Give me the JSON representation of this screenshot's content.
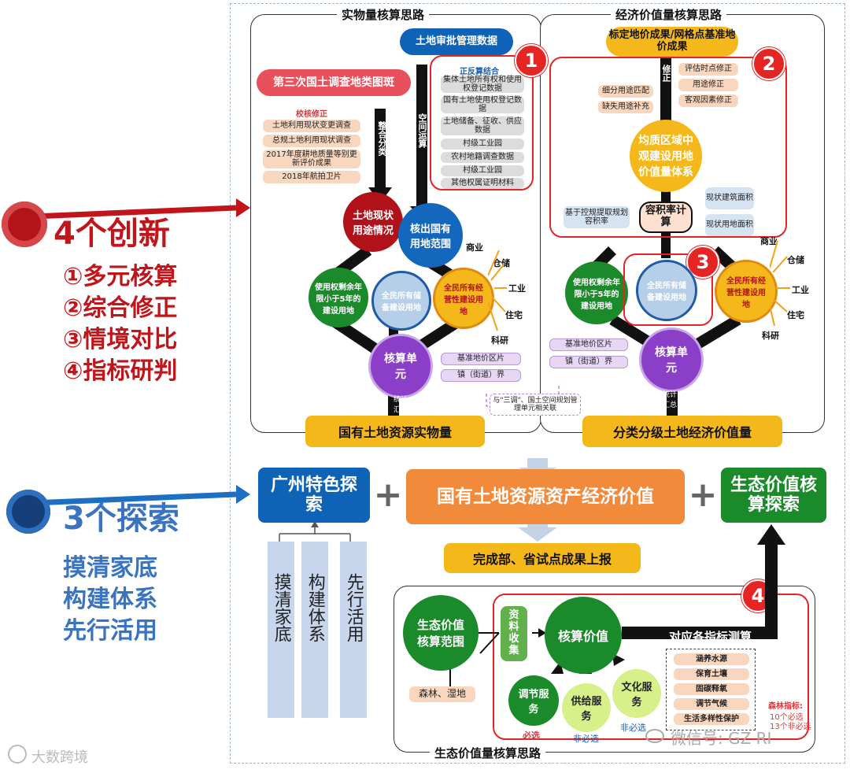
{
  "left": {
    "innov_title": "4个创新",
    "innov_items": [
      "①多元核算",
      "②综合修正",
      "③情境对比",
      "④指标研判"
    ],
    "explore_title": "3个探索",
    "explore_items": [
      "摸清家底",
      "构建体系",
      "先行活用"
    ]
  },
  "physical": {
    "title": "实物量核算思路",
    "approval_data": "土地审批管理数据",
    "survey": "第三次国土调查地类图斑",
    "check_label": "校核修正",
    "check_items": [
      "土地利用现状变更调查",
      "总规土地利用现状调查",
      "2017年度耕地质量等别更新评价成果",
      "2018年航拍卫片"
    ],
    "merge_label": "整合分类",
    "spatial_label": "空间运算",
    "combine_label": "正反算结合",
    "combine_items": [
      "集体土地所有权和使用权登记数据",
      "国有土地使用权登记数据",
      "土地储备、征收、供应数据",
      "村级工业园",
      "农村地籍调查数据",
      "村级工业园",
      "其他权属证明材料"
    ],
    "current_use": "土地现状用途情况",
    "state_scope": "核出国有用地范围",
    "short_term": "使用权剩余年限小于5年的建设用地",
    "reserve": "全民所有储备建设用地",
    "operating": "全民所有经营性建设用地",
    "sectors": [
      "商业",
      "仓储",
      "工业",
      "住宅",
      "科研"
    ],
    "unit": "核算单元",
    "unit_items": [
      "基准地价区片",
      "镇（街道）界"
    ],
    "stat_label": "统计汇总",
    "link_note": "与\"三调\"、国土空间规划管理单元相关联",
    "result": "国有土地资源实物量"
  },
  "economic": {
    "title": "经济价值量核算思路",
    "calib": "标定地价成果/网格点基准地价成果",
    "fix_label": "修正",
    "left_items": [
      "细分用途匹配",
      "缺失用途补充"
    ],
    "right_items": [
      "评估时点修正",
      "用途修正",
      "客观因素修正"
    ],
    "system": "均质区域中观建设用地价值量体系",
    "far_calc": "容积率计算",
    "far_left": "基于控规提取规划容积率",
    "far_right": [
      "现状建筑面积",
      "现状用地面积"
    ],
    "short_term": "使用权剩余年限小于5年的建设用地",
    "reserve": "全民所有储备建设用地",
    "operating": "全民所有经营性建设用地",
    "sectors": [
      "商业",
      "仓储",
      "工业",
      "住宅",
      "科研"
    ],
    "unit": "核算单元",
    "unit_items": [
      "基准地价区片",
      "镇（街道）界"
    ],
    "stat_label": "统计汇总",
    "result": "分类分级土地经济价值量"
  },
  "mid": {
    "gz": "广州特色探索",
    "center": "国有土地资源资产经济价值",
    "eco": "生态价值核算探索",
    "report": "完成部、省试点成果上报",
    "cols": [
      "摸清家底",
      "构建体系",
      "先行活用"
    ]
  },
  "eco": {
    "title": "生态价值量核算思路",
    "scope": "生态价值核算范围",
    "scope_src": "森林、湿地",
    "collect": "资料收集",
    "core": "核算价值",
    "measure": "对应各指标测算",
    "reg": "调节服务",
    "reg_note": "必选",
    "supply": "供给服务",
    "supply_note": "非必选",
    "culture": "文化服务",
    "culture_note": "非必选",
    "indicators": [
      "涵养水源",
      "保育土壤",
      "固碳释氧",
      "调节气候",
      "生活多样性保护"
    ],
    "forest_title": "森林指标:",
    "forest_lines": [
      "10个必选",
      "13个非必选"
    ]
  },
  "marks": [
    "1",
    "2",
    "3",
    "4"
  ],
  "watermark": "微信号: GZ  RI",
  "brand": "大数跨境",
  "colors": {
    "red": "#e52424",
    "blue": "#0e63b7",
    "orange": "#f28a3c",
    "green": "#1a8a2a",
    "yellow": "#f5b81b"
  }
}
